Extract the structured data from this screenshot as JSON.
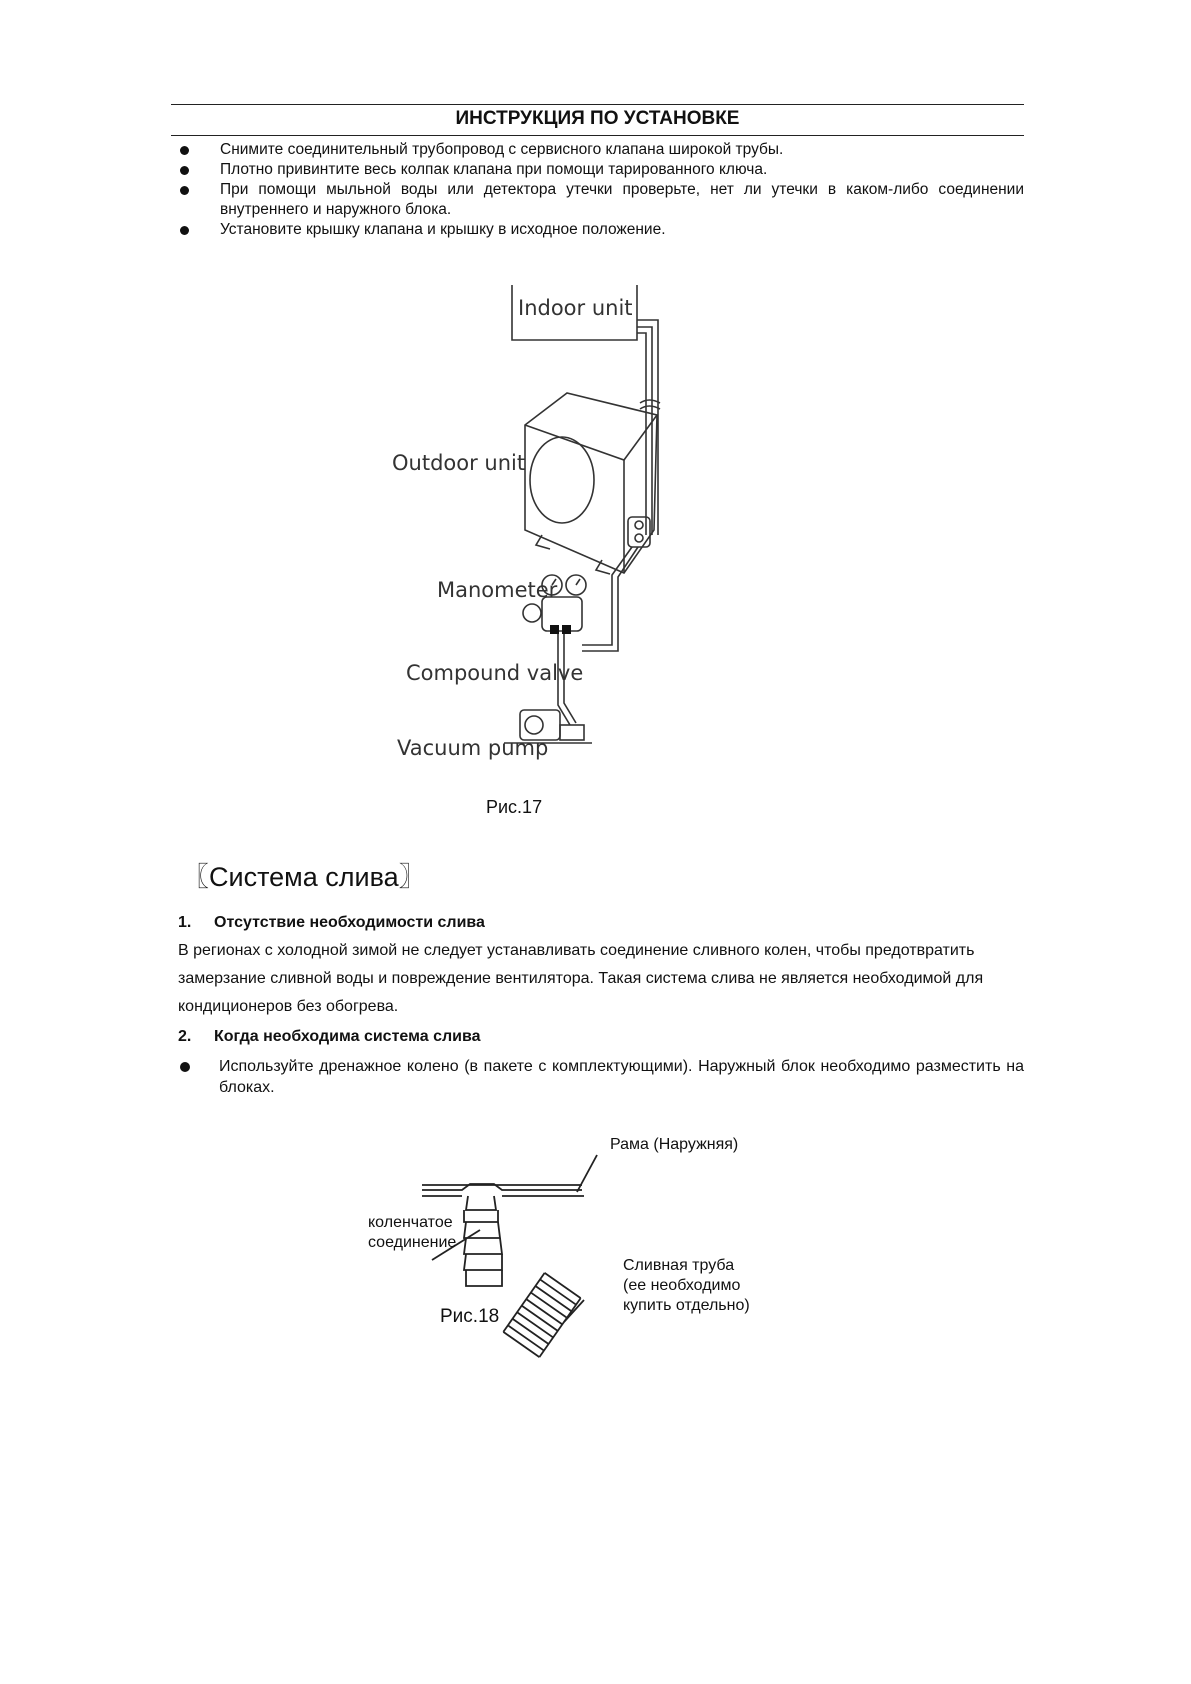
{
  "header": {
    "title": "ИНСТРУКЦИЯ ПО УСТАНОВКЕ"
  },
  "install_steps": [
    "Снимите соединительный трубопровод с сервисного клапана широкой трубы.",
    "Плотно привинтите весь колпак клапана при помощи тарированного ключа.",
    "При помощи мыльной воды или детектора утечки проверьте, нет ли утечки в каком-либо соединении внутреннего и наружного блока.",
    "Установите крышку клапана и крышку в исходное положение."
  ],
  "figure17": {
    "labels": {
      "indoor": "Indoor unit",
      "outdoor": "Outdoor unit",
      "manometer": "Manometer",
      "compound": "Compound valve",
      "vacuum": "Vacuum pump"
    },
    "caption": "Рис.17"
  },
  "section": {
    "title": "〖Система слива〗",
    "item1": {
      "num": "1.",
      "heading": "Отсутствие необходимости слива"
    },
    "paragraph1": "В регионах с холодной зимой не следует устанавливать соединение сливного колен, чтобы предотвратить замерзание сливной воды и повреждение вентилятора. Такая система слива не является необходимой для кондиционеров без обогрева.",
    "item2": {
      "num": "2.",
      "heading": "Когда необходима система слива"
    },
    "bullet": "Используйте дренажное колено (в пакете с комплектующими). Наружный блок необходимо разместить на блоках."
  },
  "figure18": {
    "frame_label": "Рама (Наружняя)",
    "elbow_label_1": "коленчатое",
    "elbow_label_2": "соединение",
    "pipe_label_1": "Сливная труба",
    "pipe_label_2": "(ее необходимо",
    "pipe_label_3": "купить отдельно)",
    "caption": "Рис.18"
  }
}
